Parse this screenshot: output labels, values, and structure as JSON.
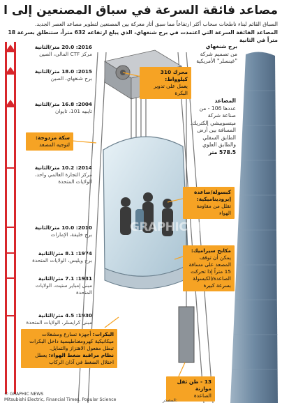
{
  "title": "مصاعد فائقة السرعة في سباق المصنعين إلى القمة",
  "intro": {
    "line1": "السباق القائم لبناء ناطحات سحاب أكثر ارتفاعاً مما سبق أثار معركة بين المصنعين لتطوير مصاعد العصر الجديد.",
    "line2": "المصاعد الفائقة السرعة التي اعتمدت في برج شنغهاي، الذي يبلغ ارتفاعه 632 متراً، ستنطلق بسرعة 18 متراً في الثانية"
  },
  "speed_scale": [
    {
      "year_speed": "2016: 20.0 متر/الثانية",
      "building": "مركز CTF المالي، الصين"
    },
    {
      "year_speed": "2015: 18.0 متر/الثانية",
      "building": "برج شنغهاي، الصين"
    },
    {
      "year_speed": "2004: 16.8 متر/الثانية",
      "building": "تايبيه 101، تايوان"
    },
    {
      "year_speed": "2014: 10.2 متر/الثانية",
      "building": "مركز التجارة العالمي واحد، الولايات المتحدة"
    },
    {
      "year_speed": "2010: 10.0 متر/الثانية",
      "building": "برج خليفة، الإمارات"
    },
    {
      "year_speed": "1974: 8.1 متر/الثانية",
      "building": "برج ويليس، الولايات المتحدة"
    },
    {
      "year_speed": "1931: 7.1 متر/الثانية",
      "building": "مبنى إمباير ستيت، الولايات المتحدة"
    },
    {
      "year_speed": "1930: 4.5 متر/الثانية",
      "building": "مبنى كرايسلر، الولايات المتحدة"
    }
  ],
  "callouts": {
    "motor": {
      "title": "محرك 310 كيلوواط:",
      "body": "يعمل على تدوير البكرة"
    },
    "rail": {
      "title": "سكة مزدوجة:",
      "body": "لتوجيه المصعد"
    },
    "capsule": {
      "title": "كبسولة/صاعدة إيروديناميكية:",
      "body": "تقلل من مقاومة الهواء"
    },
    "brakes": {
      "title": "مكابح سيراميك:",
      "body": "يمكن أن توقف المصعد على مسافة 15 متراً إذا تحركت الصاعدة/الكبسولة بسرعة كبيرة"
    },
    "rollers": {
      "title": "البكرات:",
      "body": "أجهزة تسارع ومشغلات ميكانيكية كهرومغناطيسية داخل البكرات تبطل مفعول الاهتزاز والتمايل."
    },
    "pressure": {
      "title": "نظام مراقبة ضغط الهواء:",
      "body": "يعطل اختلال الضغط في آذان الركاب"
    },
    "balance": {
      "title": "13 - طن ثقل موازنة",
      "body": "الصاعدة"
    }
  },
  "tower": {
    "name": "برج شنغهاي",
    "designer": "من تصميم شركة \"غينسلر\" الأمريكية",
    "elevators_title": "المصاعد",
    "elevators_body": "عددها 106 - من صناعة شركة ميتسوبيشي إلكتريك. المسافة بين أرض الطابق السفلي والطابق العلوي",
    "distance": "578.5 متر"
  },
  "watermark": "GRAPHIC NEWS",
  "footer": {
    "copyright": "© GRAPHIC NEWS",
    "sources": "Mitsubishi Electric, Financial Times, Popular Science",
    "source_label": "المصدر:"
  },
  "colors": {
    "accent_red": "#d8262b",
    "callout_orange": "#f6a324",
    "tower_blue": "#6f8aa3"
  }
}
